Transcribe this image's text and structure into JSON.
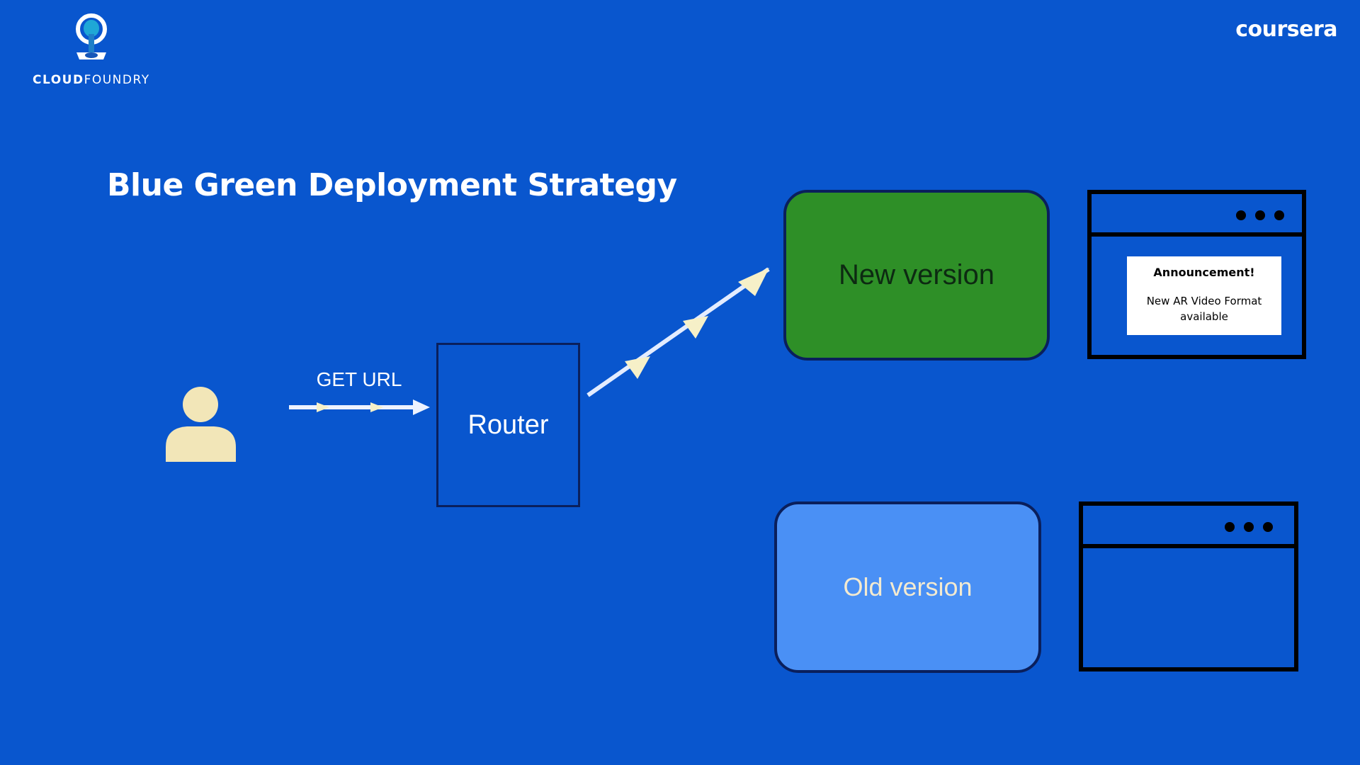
{
  "branding": {
    "logo_text_bold": "CLOUD",
    "logo_text_light": "FOUNDRY",
    "coursera": "coursera"
  },
  "title": "Blue Green Deployment Strategy",
  "diagram": {
    "request_label": "GET URL",
    "router_label": "Router",
    "new_version_label": "New version",
    "old_version_label": "Old version",
    "announcement_title": "Announcement!",
    "announcement_body": "New AR Video Format available"
  },
  "colors": {
    "background": "#0956ce",
    "new_version": "#2e8f27",
    "old_version": "#4a90f5",
    "user": "#f2e6b8"
  }
}
